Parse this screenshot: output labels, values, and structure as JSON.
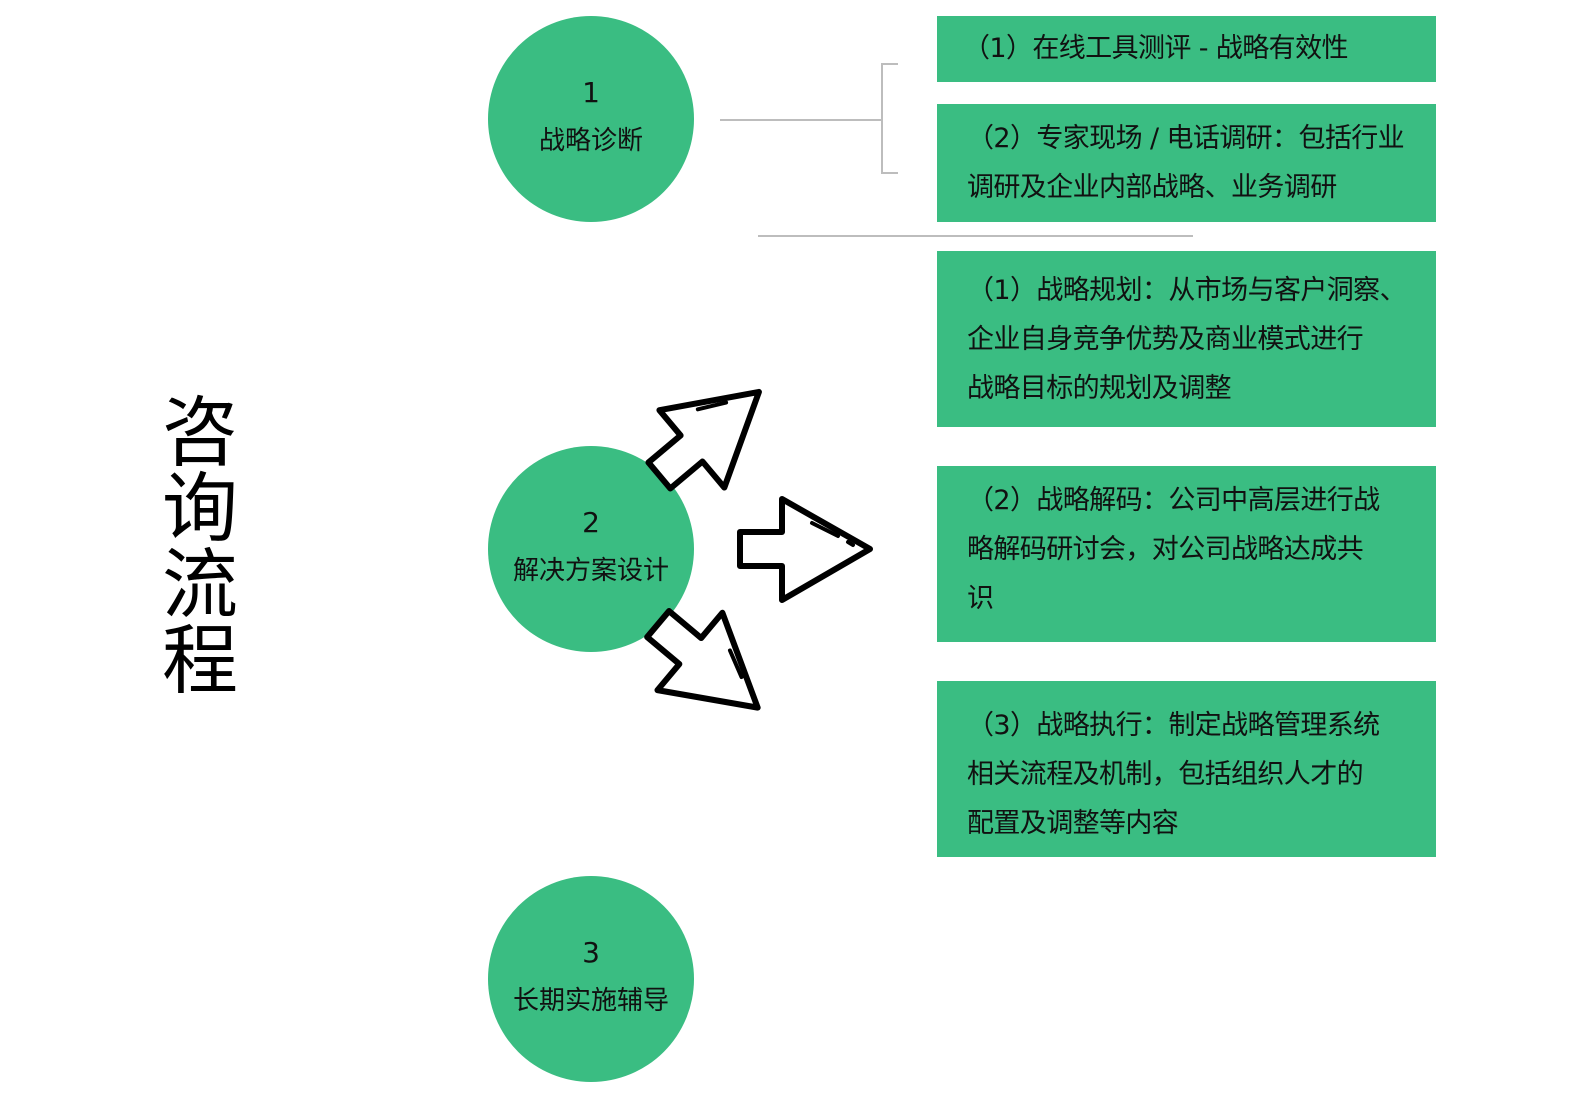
{
  "title": {
    "chars": [
      "咨",
      "询",
      "流",
      "程"
    ]
  },
  "steps": [
    {
      "number": "1",
      "label": "战略诊断"
    },
    {
      "number": "2",
      "label": "解决方案设计"
    },
    {
      "number": "3",
      "label": "长期实施辅导"
    }
  ],
  "details": {
    "step1": [
      {
        "lines": [
          "（1）在线工具测评 - 战略有效性"
        ]
      },
      {
        "lines": [
          "（2）专家现场 / 电话调研：包括行业",
          "调研及企业内部战略、业务调研"
        ]
      }
    ],
    "step2": [
      {
        "lines": [
          "（1）战略规划：从市场与客户洞察、",
          "企业自身竞争优势及商业模式进行",
          "战略目标的规划及调整"
        ]
      },
      {
        "lines": [
          "（2）战略解码：公司中高层进行战",
          "略解码研讨会，对公司战略达成共",
          "识"
        ]
      },
      {
        "lines": [
          "（3）战略执行：制定战略管理系统",
          "相关流程及机制，包括组织人才的",
          "配置及调整等内容"
        ]
      }
    ]
  },
  "icons": [
    "arrow-up-right-icon",
    "arrow-right-icon",
    "arrow-down-right-icon"
  ],
  "colors": {
    "accent": "#3abd82",
    "connector": "#bdbdbd",
    "text": "#111111"
  }
}
